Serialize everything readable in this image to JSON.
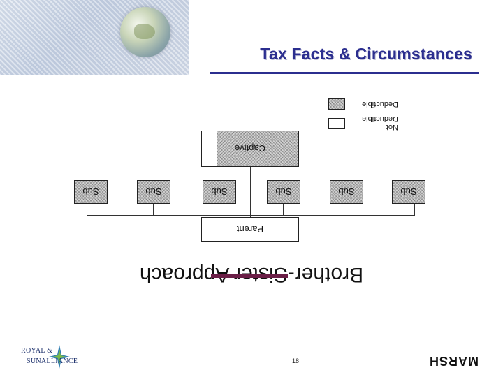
{
  "slide": {
    "title": "Tax Facts & Circumstances",
    "page_number": "18"
  },
  "diagram": {
    "heading": "Brother-Sister Approach",
    "parent_label": "Parent",
    "captive_label": "Captive",
    "sub_labels": [
      "Sub",
      "Sub",
      "Sub",
      "Sub",
      "Sub",
      "Sub"
    ],
    "legend": {
      "deductible_label": "Deductible",
      "not_deductible_label": "Not Deductible"
    }
  },
  "logos": {
    "rsa_top": "ROYAL &",
    "rsa_bottom": "SUNALLIANCE",
    "marsh": "MARSH"
  },
  "colors": {
    "title": "#2b2e8f",
    "heading_bar": "#6b1f47"
  }
}
